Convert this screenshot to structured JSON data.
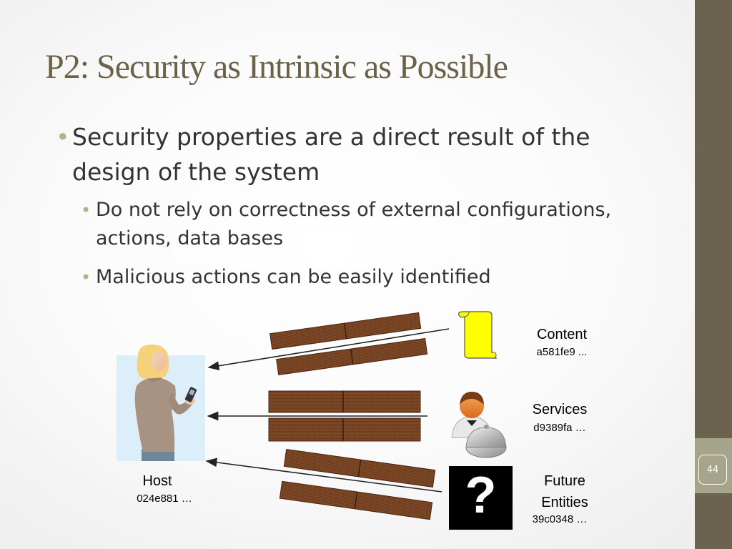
{
  "slide": {
    "title": "P2: Security as Intrinsic as Possible",
    "bullets": [
      {
        "text": "Security properties are a direct result of the design of the system",
        "level": 1
      },
      {
        "text": "Do not rely on correctness of external configurations, actions, data bases",
        "level": 2
      },
      {
        "text": "Malicious actions can be easily identified",
        "level": 2
      }
    ],
    "page_number": "44"
  },
  "diagram": {
    "host": {
      "name": "Host",
      "hash": "024e881 …"
    },
    "entities": [
      {
        "name": "Content",
        "hash": "a581fe9 ...",
        "icon": "scroll-icon"
      },
      {
        "name": "Services",
        "hash": "d9389fa …",
        "icon": "waiter-icon"
      },
      {
        "name_line1": "Future",
        "name_line2": "Entities",
        "hash": "39c0348 …",
        "icon": "question-mark-icon",
        "icon_glyph": "?"
      }
    ]
  },
  "colors": {
    "title": "#6b6248",
    "sidebar": "#6b6250",
    "accent_tab": "#a6a58c",
    "bullet_dot": "#b4b28e",
    "wall_brick": "#6e3a1c",
    "scroll": "#ffff00"
  }
}
